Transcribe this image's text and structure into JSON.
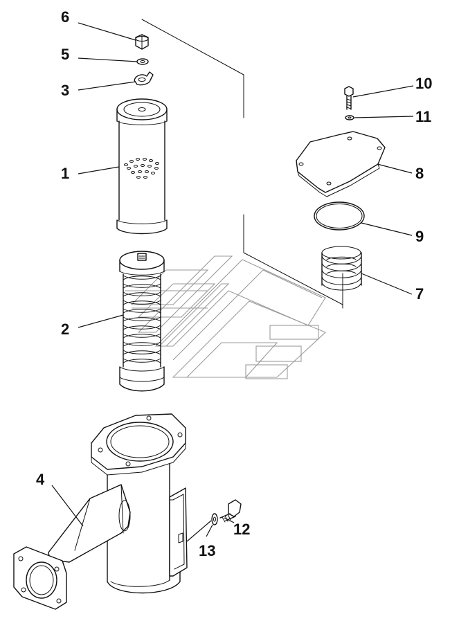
{
  "diagram": {
    "type": "exploded-parts-drawing",
    "callouts": [
      {
        "id": "c1",
        "label": "1",
        "part": "filter-element"
      },
      {
        "id": "c2",
        "label": "2",
        "part": "spring-core"
      },
      {
        "id": "c3",
        "label": "3",
        "part": "lock-washer-tab"
      },
      {
        "id": "c4",
        "label": "4",
        "part": "filter-housing"
      },
      {
        "id": "c5",
        "label": "5",
        "part": "washer"
      },
      {
        "id": "c6",
        "label": "6",
        "part": "nut"
      },
      {
        "id": "c7",
        "label": "7",
        "part": "spring"
      },
      {
        "id": "c8",
        "label": "8",
        "part": "cover-plate"
      },
      {
        "id": "c9",
        "label": "9",
        "part": "o-ring"
      },
      {
        "id": "c10",
        "label": "10",
        "part": "bolt"
      },
      {
        "id": "c11",
        "label": "11",
        "part": "washer"
      },
      {
        "id": "c12",
        "label": "12",
        "part": "bolt"
      },
      {
        "id": "c13",
        "label": "13",
        "part": "washer"
      }
    ],
    "colors": {
      "line": "#111111",
      "watermark": "#9a9a9a",
      "background": "#ffffff"
    }
  }
}
